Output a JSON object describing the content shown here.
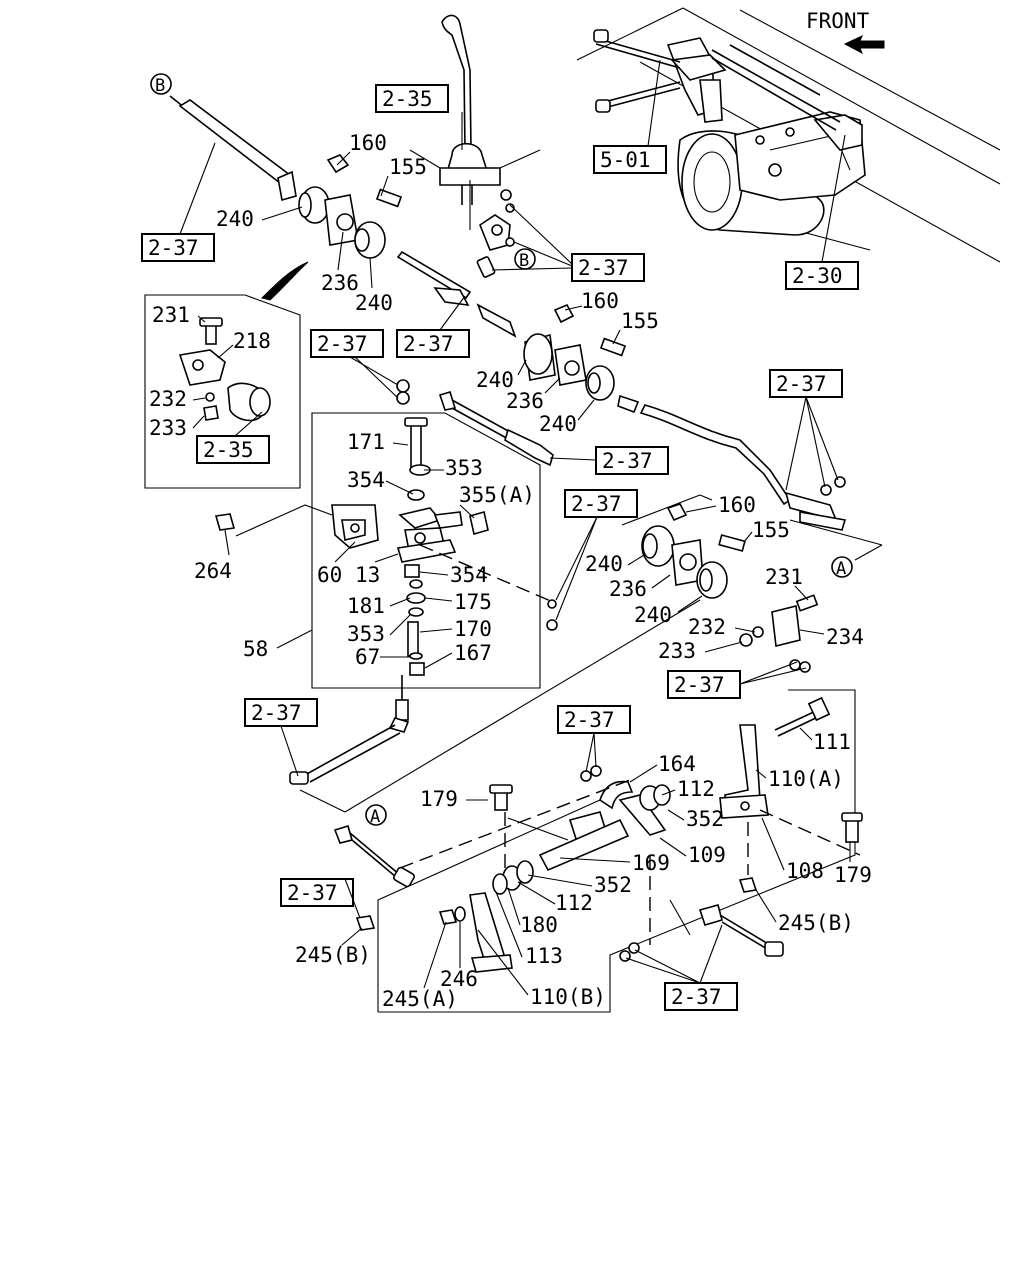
{
  "orientation": {
    "label": "FRONT",
    "icon": "front-arrow-icon"
  },
  "refs": {
    "r235_top": "2-35",
    "r235_inset": "2-35",
    "r501": "5-01",
    "r230": "2-30",
    "r237_a": "2-37",
    "r237_b": "2-37",
    "r237_c": "2-37",
    "r237_d": "2-37",
    "r237_e": "2-37",
    "r237_f": "2-37",
    "r237_g": "2-37",
    "r237_h": "2-37",
    "r237_i": "2-37",
    "r237_j": "2-37",
    "r237_k": "2-37",
    "r237_l": "2-37"
  },
  "circle_markers": {
    "b1": "B",
    "b2": "B",
    "a1": "A",
    "a2": "A"
  },
  "labels": {
    "p160a": "160",
    "p155a": "155",
    "p240a": "240",
    "p236a": "236",
    "p240b": "240",
    "p160b": "160",
    "p155b": "155",
    "p240c": "240",
    "p236b": "236",
    "p240d": "240",
    "p160c": "160",
    "p155c": "155",
    "p240e": "240",
    "p236c": "236",
    "p240f": "240",
    "p231a": "231",
    "p218": "218",
    "p232a": "232",
    "p233a": "233",
    "p171": "171",
    "p354a": "354",
    "p353a": "353",
    "p355": "355(A)",
    "p264": "264",
    "p60": "60",
    "p13": "13",
    "p354b": "354",
    "p181": "181",
    "p175": "175",
    "p353b": "353",
    "p170": "170",
    "p58": "58",
    "p67": "67",
    "p167": "167",
    "p231b": "231",
    "p232b": "232",
    "p233b": "233",
    "p234": "234",
    "p111": "111",
    "p164": "164",
    "p110a": "110(A)",
    "p112a": "112",
    "p179a": "179",
    "p352a": "352",
    "p109": "109",
    "p169": "169",
    "p352b": "352",
    "p112b": "112",
    "p108": "108",
    "p179b": "179",
    "p180": "180",
    "p113": "113",
    "p245ba": "245(B)",
    "p245bb": "245(B)",
    "p246": "246",
    "p245a": "245(A)",
    "p110b": "110(B)"
  }
}
